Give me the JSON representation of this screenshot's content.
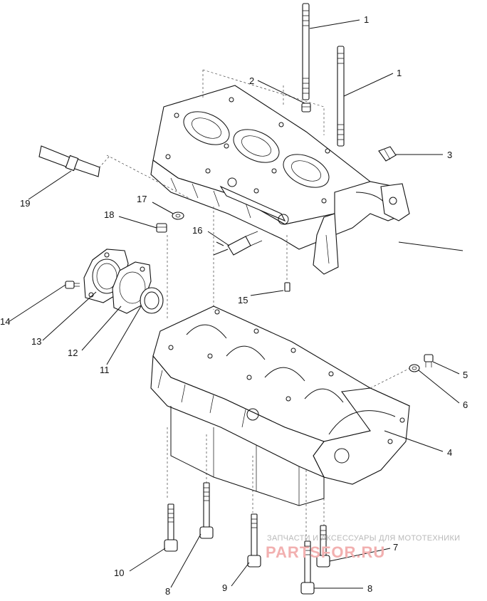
{
  "diagram": {
    "callouts": [
      {
        "id": "c1a",
        "label": "1"
      },
      {
        "id": "c1b",
        "label": "1"
      },
      {
        "id": "c2",
        "label": "2"
      },
      {
        "id": "c3",
        "label": "3"
      },
      {
        "id": "c4",
        "label": "4"
      },
      {
        "id": "c5",
        "label": "5"
      },
      {
        "id": "c6",
        "label": "6"
      },
      {
        "id": "c7",
        "label": "7"
      },
      {
        "id": "c8a",
        "label": "8"
      },
      {
        "id": "c8b",
        "label": "8"
      },
      {
        "id": "c9",
        "label": "9"
      },
      {
        "id": "c10",
        "label": "10"
      },
      {
        "id": "c11",
        "label": "11"
      },
      {
        "id": "c12",
        "label": "12"
      },
      {
        "id": "c13",
        "label": "13"
      },
      {
        "id": "c14",
        "label": "14"
      },
      {
        "id": "c15",
        "label": "15"
      },
      {
        "id": "c16",
        "label": "16"
      },
      {
        "id": "c17",
        "label": "17"
      },
      {
        "id": "c18",
        "label": "18"
      },
      {
        "id": "c19",
        "label": "19"
      }
    ]
  },
  "watermark": {
    "tagline": "ЗАПЧАСТИ И АКСЕССУАРЫ ДЛЯ МОТОТЕХНИКИ",
    "brand": "PARTSFOR.RU"
  }
}
